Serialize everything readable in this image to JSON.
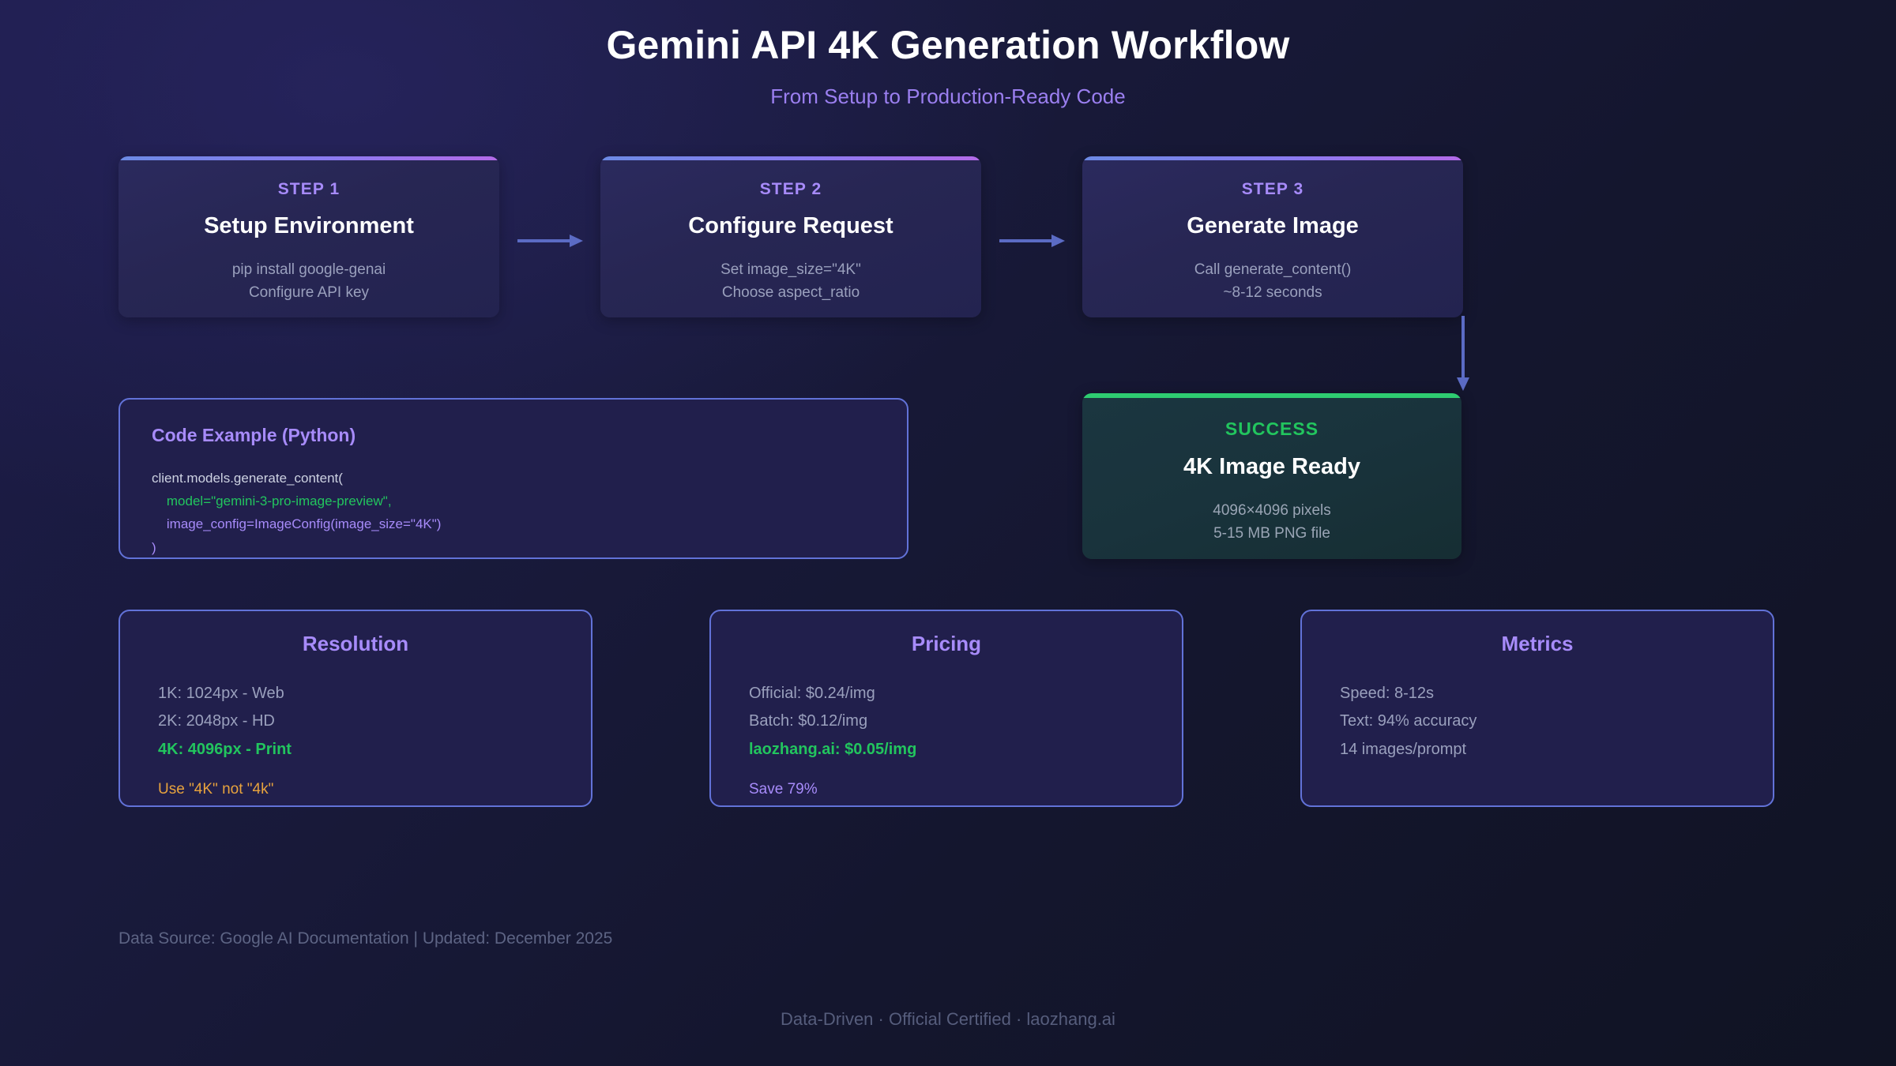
{
  "header": {
    "title": "Gemini API 4K Generation Workflow",
    "subtitle": "From Setup to Production-Ready Code"
  },
  "steps": [
    {
      "label": "STEP 1",
      "title": "Setup Environment",
      "line1": "pip install google-genai",
      "line2": "Configure API key"
    },
    {
      "label": "STEP 2",
      "title": "Configure Request",
      "line1": "Set image_size=\"4K\"",
      "line2": "Choose aspect_ratio"
    },
    {
      "label": "STEP 3",
      "title": "Generate Image",
      "line1": "Call generate_content()",
      "line2": "~8-12 seconds"
    }
  ],
  "code_panel": {
    "heading": "Code Example (Python)",
    "lines": [
      "client.models.generate_content(",
      "    model=\"gemini-3-pro-image-preview\",",
      "    image_config=ImageConfig(image_size=\"4K\")",
      ")"
    ]
  },
  "success": {
    "label": "SUCCESS",
    "title": "4K Image Ready",
    "line1": "4096×4096 pixels",
    "line2": "5-15 MB PNG file"
  },
  "info_cards": [
    {
      "title": "Resolution",
      "line1": "1K: 1024px - Web",
      "line2": "2K: 2048px - HD",
      "line3": "4K: 4096px - Print",
      "note": "Use \"4K\" not \"4k\""
    },
    {
      "title": "Pricing",
      "line1": "Official: $0.24/img",
      "line2": "Batch: $0.12/img",
      "line3": "laozhang.ai: $0.05/img",
      "note": "Save 79%"
    },
    {
      "title": "Metrics",
      "line1": "Speed: 8-12s",
      "line2": "Text: 94% accuracy",
      "line3": "14 images/prompt",
      "note": ""
    }
  ],
  "footer": {
    "source": "Data Source: Google AI Documentation | Updated: December 2025",
    "brand": "Data-Driven · Official Certified · laozhang.ai"
  },
  "colors": {
    "accent_purple": "#a78bfa",
    "accent_green": "#22c55e",
    "accent_orange": "#e8a33d",
    "arrow": "#5b6bc4",
    "card_border": "#6272d8"
  }
}
